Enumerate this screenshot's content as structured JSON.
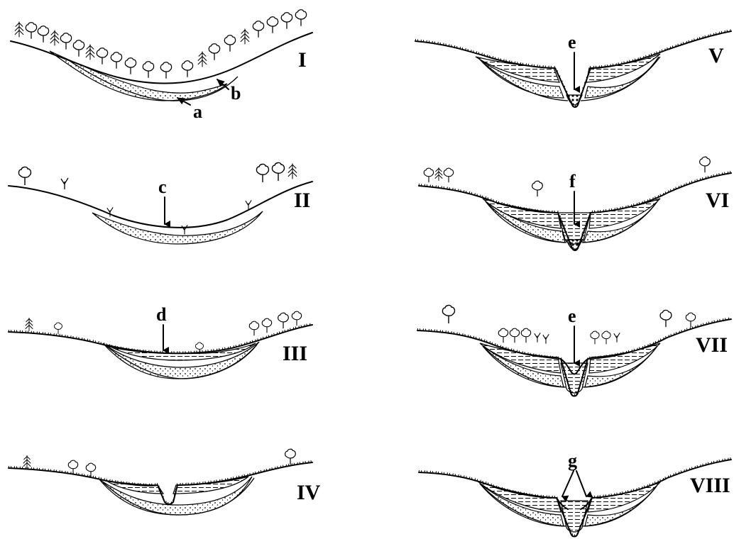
{
  "panels": [
    {
      "id": "I",
      "label": "I"
    },
    {
      "id": "II",
      "label": "II"
    },
    {
      "id": "III",
      "label": "III"
    },
    {
      "id": "IV",
      "label": "IV"
    },
    {
      "id": "V",
      "label": "V"
    },
    {
      "id": "VI",
      "label": "VI"
    },
    {
      "id": "VII",
      "label": "VII"
    },
    {
      "id": "VIII",
      "label": "VIII"
    }
  ],
  "annotations": {
    "a": "a",
    "b": "b",
    "c": "c",
    "d": "d",
    "e_v": "e",
    "f": "f",
    "e_vii": "e",
    "g": "g"
  },
  "colors": {
    "line": "#000000",
    "background": "#ffffff"
  }
}
